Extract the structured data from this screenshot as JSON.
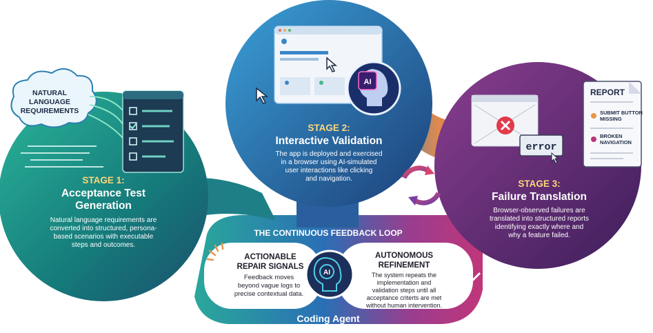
{
  "requirements_cloud": {
    "line1": "NATURAL",
    "line2": "LANGUAGE",
    "line3": "REQUIREMENTS"
  },
  "stage1": {
    "label": "STAGE 1:",
    "title_line1": "Acceptance Test",
    "title_line2": "Generation",
    "desc": [
      "Natural language requirements are",
      "converted into structured, persona-",
      "based scenarios with executable",
      "steps and outcomes."
    ]
  },
  "stage2": {
    "label": "STAGE 2:",
    "title": "Interactive Validation",
    "desc": [
      "The app is deployed and exercised",
      "in a browser using AI-simulated",
      "user interactions like clicking",
      "and navigation."
    ],
    "chip_text": "AI"
  },
  "stage3": {
    "label": "STAGE 3:",
    "title": "Failure Translation",
    "desc": [
      "Browser-observed failures are",
      "translated into structured reports",
      "identifying exactly where and",
      "why a feature failed."
    ],
    "error_text": "error"
  },
  "report": {
    "title": "REPORT",
    "item1": [
      "SUBMIT BUTTON",
      "MISSING"
    ],
    "item2": [
      "BROKEN",
      "NAVIGATION"
    ]
  },
  "loop": {
    "title": "THE CONTINUOUS FEEDBACK LOOP",
    "agent_label": "Coding Agent",
    "ai_text": "AI",
    "left": {
      "title": [
        "ACTIONABLE",
        "REPAIR SIGNALS"
      ],
      "desc": [
        "Feedback moves",
        "beyond vague logs to",
        "precise contextual data."
      ]
    },
    "right": {
      "title": [
        "AUTONOMOUS",
        "REFINEMENT"
      ],
      "desc": [
        "The system repeats the",
        "implementation and",
        "validation steps until all",
        "acceptance criterts are met",
        "without human intervention."
      ]
    }
  },
  "colors": {
    "teal": "#1f8f86",
    "blue": "#2a7fc6",
    "purple": "#7a3a8c",
    "magenta": "#b8357a",
    "orange": "#e8954a",
    "stage_label": "#ffd77a"
  }
}
